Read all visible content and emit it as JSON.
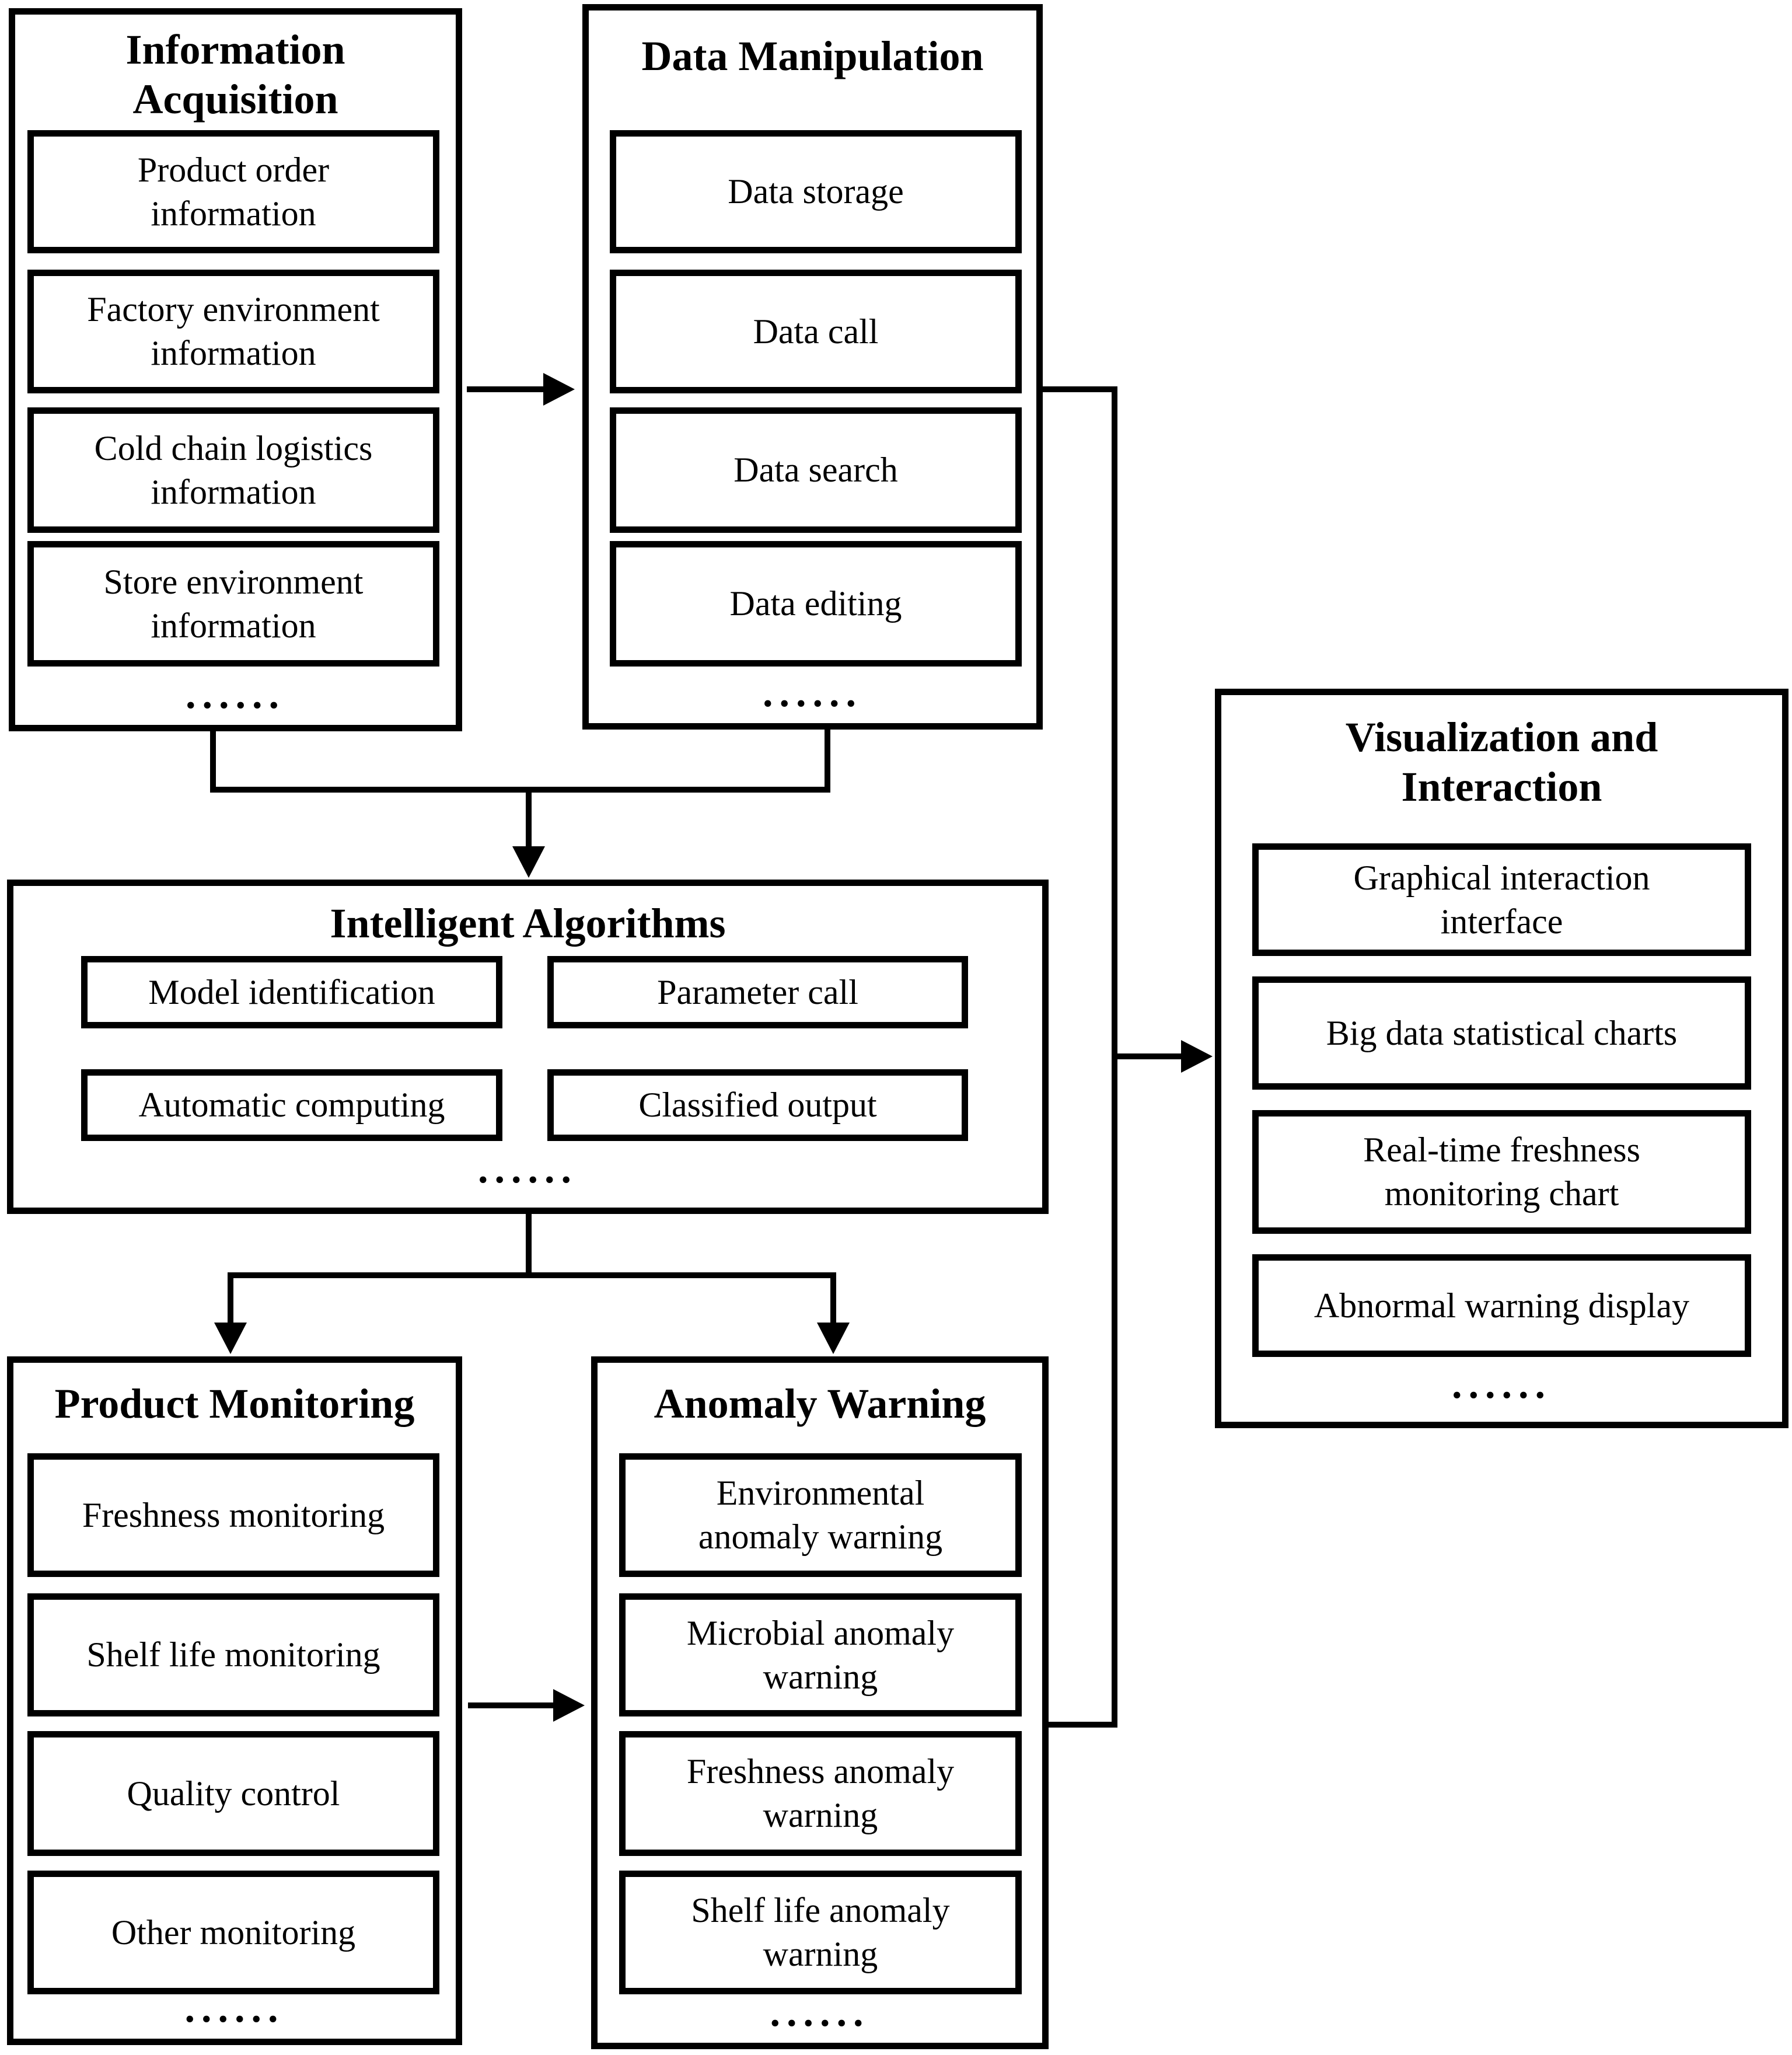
{
  "sections": {
    "information_acquisition": {
      "title": "Information\nAcquisition",
      "items": [
        "Product order\ninformation",
        "Factory environment\ninformation",
        "Cold chain logistics\ninformation",
        "Store environment\ninformation"
      ],
      "ellipsis": "......"
    },
    "data_manipulation": {
      "title": "Data Manipulation",
      "items": [
        "Data storage",
        "Data call",
        "Data search",
        "Data editing"
      ],
      "ellipsis": "......"
    },
    "intelligent_algorithms": {
      "title": "Intelligent Algorithms",
      "items": [
        "Model identification",
        "Parameter call",
        "Automatic computing",
        "Classified output"
      ],
      "ellipsis": "......"
    },
    "product_monitoring": {
      "title": "Product Monitoring",
      "items": [
        "Freshness monitoring",
        "Shelf life monitoring",
        "Quality control",
        "Other monitoring"
      ],
      "ellipsis": "......"
    },
    "anomaly_warning": {
      "title": "Anomaly Warning",
      "items": [
        "Environmental\nanomaly warning",
        "Microbial anomaly\nwarning",
        "Freshness anomaly\nwarning",
        "Shelf life anomaly\nwarning"
      ],
      "ellipsis": "......"
    },
    "visualization_interaction": {
      "title": "Visualization and\nInteraction",
      "items": [
        "Graphical interaction\ninterface",
        "Big data statistical charts",
        "Real-time freshness\nmonitoring chart",
        "Abnormal warning display"
      ],
      "ellipsis": "......"
    }
  },
  "colors": {
    "line": "#000000",
    "background": "#ffffff",
    "text": "#000000"
  }
}
